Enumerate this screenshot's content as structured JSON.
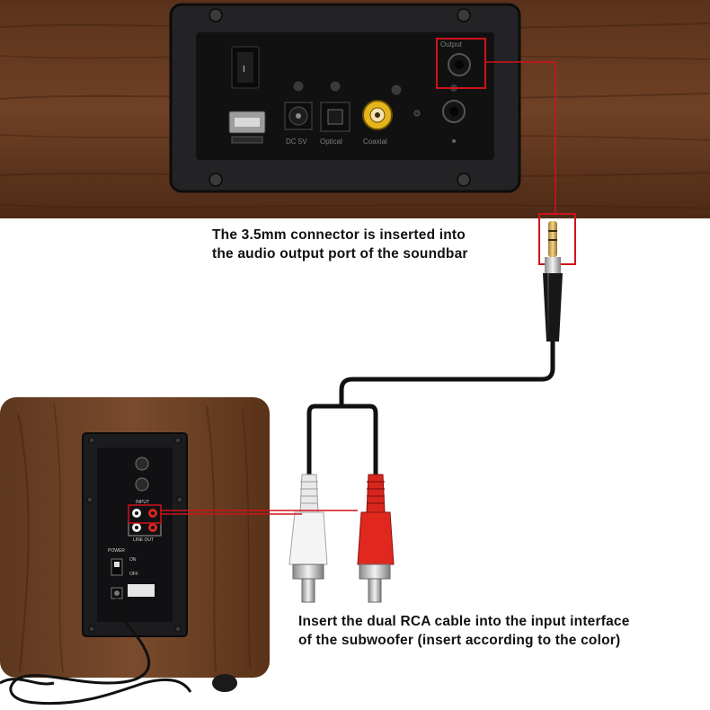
{
  "captions": {
    "top_line1": "The 3.5mm connector is inserted into",
    "top_line2": "the audio output port of the soundbar",
    "bottom_line1": "Insert the dual RCA cable into the input interface",
    "bottom_line2": "of the subwoofer (insert according to the color)"
  },
  "soundbar_panel": {
    "port_labels": [
      "Output",
      "DC 5V",
      "Optical",
      "Coaxial"
    ]
  },
  "subwoofer_panel": {
    "labels": [
      "INPUT",
      "LINE OUT",
      "POWER",
      "ON",
      "OFF"
    ]
  },
  "colors": {
    "wood": "#6b3e22",
    "highlight": "#d0121b",
    "rca_white": "#eeeeee",
    "rca_red": "#d8261e",
    "panel": "#1c1c1e"
  }
}
